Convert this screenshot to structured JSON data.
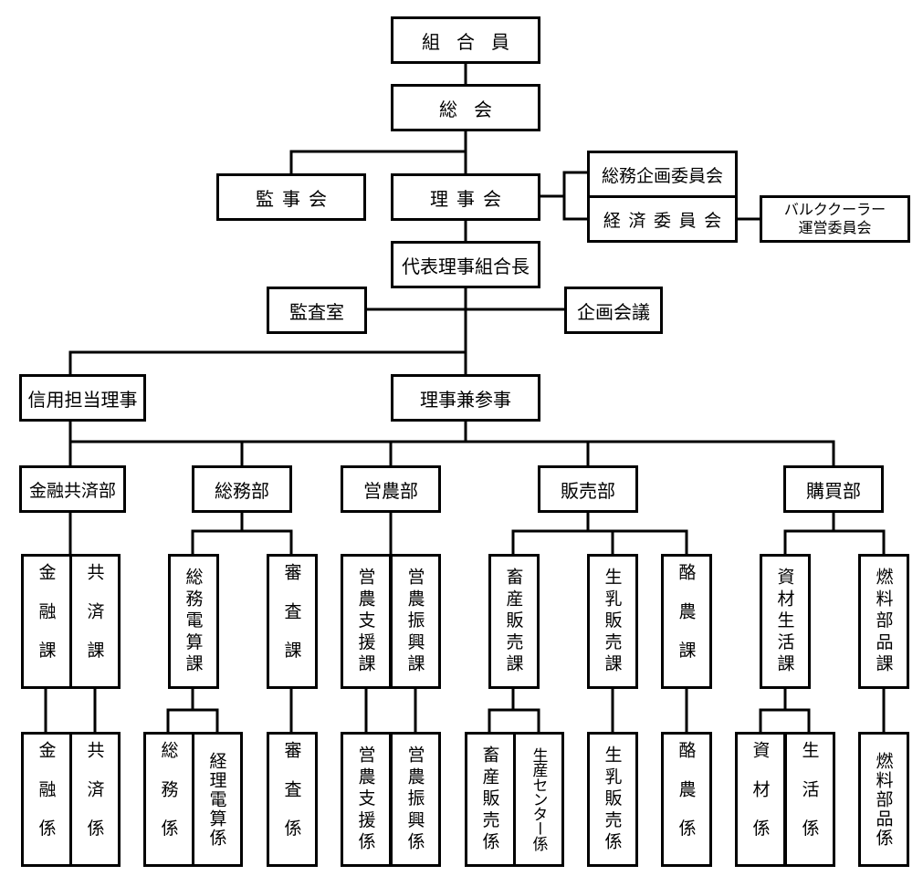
{
  "top": {
    "members": "組合員",
    "general_meeting": "総会",
    "auditors": "監事会",
    "board": "理事会",
    "general_planning_committee": "総務企画委員会",
    "economic_committee": "経済委員会",
    "bulk_cooler_committee_line1": "バルククーラー",
    "bulk_cooler_committee_line2": "運営委員会",
    "president": "代表理事組合長",
    "audit_office": "監査室",
    "planning_meeting": "企画会議",
    "credit_director": "信用担当理事",
    "director_counselor": "理事兼参事"
  },
  "departments": {
    "finance_mutual": "金融共済部",
    "general_affairs": "総務部",
    "farming": "営農部",
    "sales": "販売部",
    "purchasing": "購買部"
  },
  "sections": {
    "finance": "金融課",
    "mutual_aid": "共済課",
    "admin_computing": "総務電算課",
    "audit": "審査課",
    "farm_support": "営農支援課",
    "farm_promotion": "営農振興課",
    "livestock_sales": "畜産販売課",
    "milk_sales": "生乳販売課",
    "dairy": "酪農課",
    "materials_living": "資材生活課",
    "fuel_parts": "燃料部品課"
  },
  "units": {
    "finance": "金融係",
    "mutual_aid": "共済係",
    "admin": "総務係",
    "accounting_computing": "経理電算係",
    "audit": "審査係",
    "farm_support": "営農支援係",
    "farm_promotion": "営農振興係",
    "livestock_sales": "畜産販売係",
    "production_center": "生産センター係",
    "milk_sales": "生乳販売係",
    "dairy": "酪農係",
    "materials": "資材係",
    "living": "生活係",
    "fuel_parts": "燃料部品係"
  }
}
